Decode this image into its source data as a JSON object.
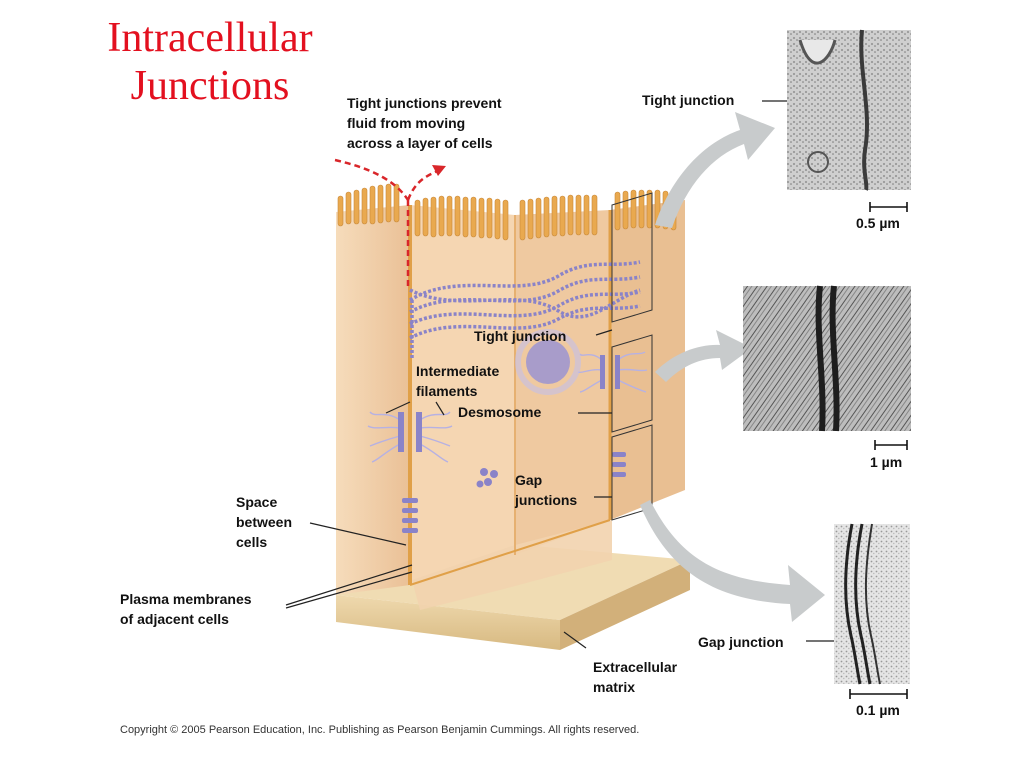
{
  "title_line1": "Intracellular",
  "title_line2": "Junctions",
  "labels": {
    "tight_prevent": "Tight junctions prevent\nfluid from moving\nacross a layer of cells",
    "tight_junction_top": "Tight junction",
    "tight_junction_mid": "Tight junction",
    "intermediate_filaments": "Intermediate\nfilaments",
    "desmosome": "Desmosome",
    "gap_junctions": "Gap\njunctions",
    "space_between": "Space\nbetween\ncells",
    "plasma_membranes": "Plasma membranes\nof adjacent cells",
    "extracellular_matrix": "Extracellular\nmatrix",
    "gap_junction_right": "Gap junction"
  },
  "scales": {
    "top": "0.5 µm",
    "mid": "1 µm",
    "bottom": "0.1 µm"
  },
  "copyright": "Copyright © 2005 Pearson Education, Inc. Publishing as Pearson Benjamin Cummings. All rights reserved.",
  "colors": {
    "title": "#e3101f",
    "cell": "#f3d2ac",
    "cell_dark": "#e2b383",
    "membrane": "#e6a94c",
    "protein": "#8a83c8",
    "matrix": "#e8cfa0",
    "arrow": "#c8cbcc",
    "fluid_arrow": "#d9262a"
  }
}
